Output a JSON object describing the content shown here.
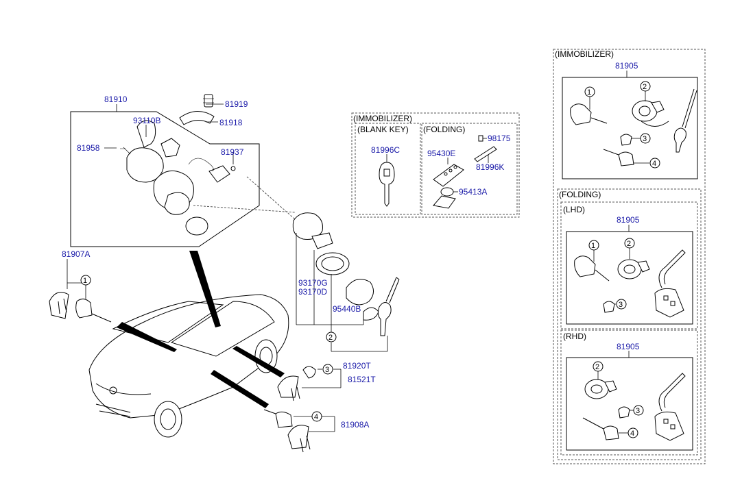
{
  "part_labels": {
    "p81910": "81910",
    "p81919": "81919",
    "p81918": "81918",
    "p93110B": "93110B",
    "p81958": "81958",
    "p81937": "81937",
    "p81907A": "81907A",
    "p93170G": "93170G",
    "p93170D": "93170D",
    "p95440B": "95440B",
    "p81920T": "81920T",
    "p81521T": "81521T",
    "p81908A": "81908A",
    "p81996C": "81996C",
    "p95430E": "95430E",
    "p98175": "98175",
    "p81996K": "81996K",
    "p95413A": "95413A",
    "p81905_immo": "81905",
    "p81905_lhd": "81905",
    "p81905_rhd": "81905"
  },
  "headers": {
    "immobilizer_center": "(IMMOBILIZER)",
    "blank_key": "(BLANK KEY)",
    "folding_center": "(FOLDING)",
    "immobilizer_right": "(IMMOBILIZER)",
    "folding_right": "(FOLDING)",
    "lhd": "(LHD)",
    "rhd": "(RHD)"
  },
  "callouts": {
    "c1": "1",
    "c2": "2",
    "c3": "3",
    "c4": "4"
  },
  "colors": {
    "label_blue": "#1a1aa8",
    "line_black": "#000000",
    "dash_gray": "#555555"
  }
}
